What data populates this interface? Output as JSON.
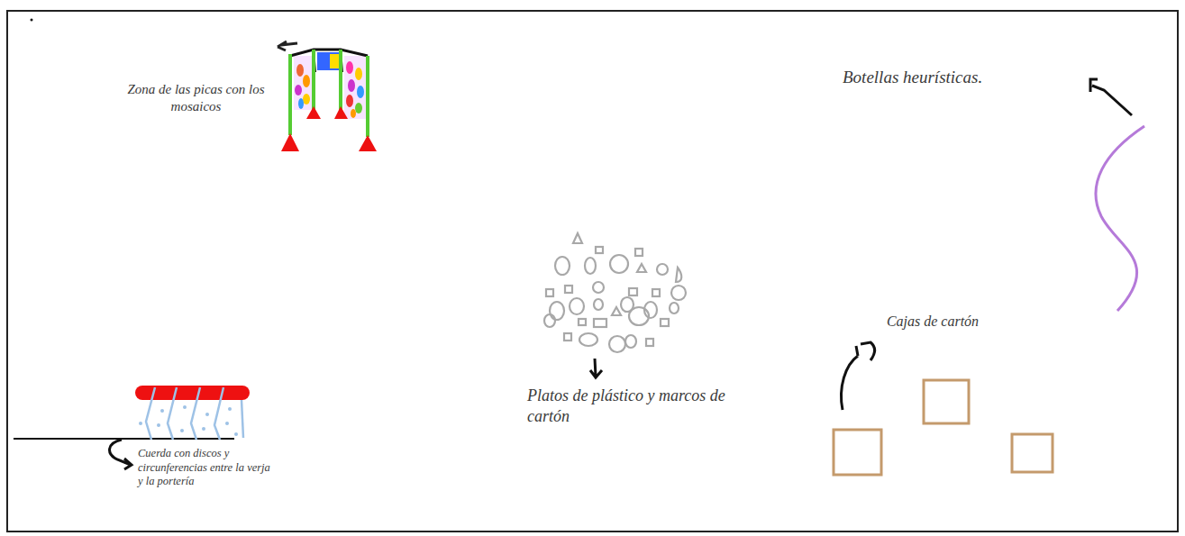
{
  "diagram": {
    "labels": [
      "Zona de las picas con los mosaicos",
      "Botellas heurísticas.",
      "Platos de plástico y marcos de cartón",
      "Cajas de cartón",
      "Cuerda con discos y circunferencias entre la verja y la portería"
    ]
  }
}
